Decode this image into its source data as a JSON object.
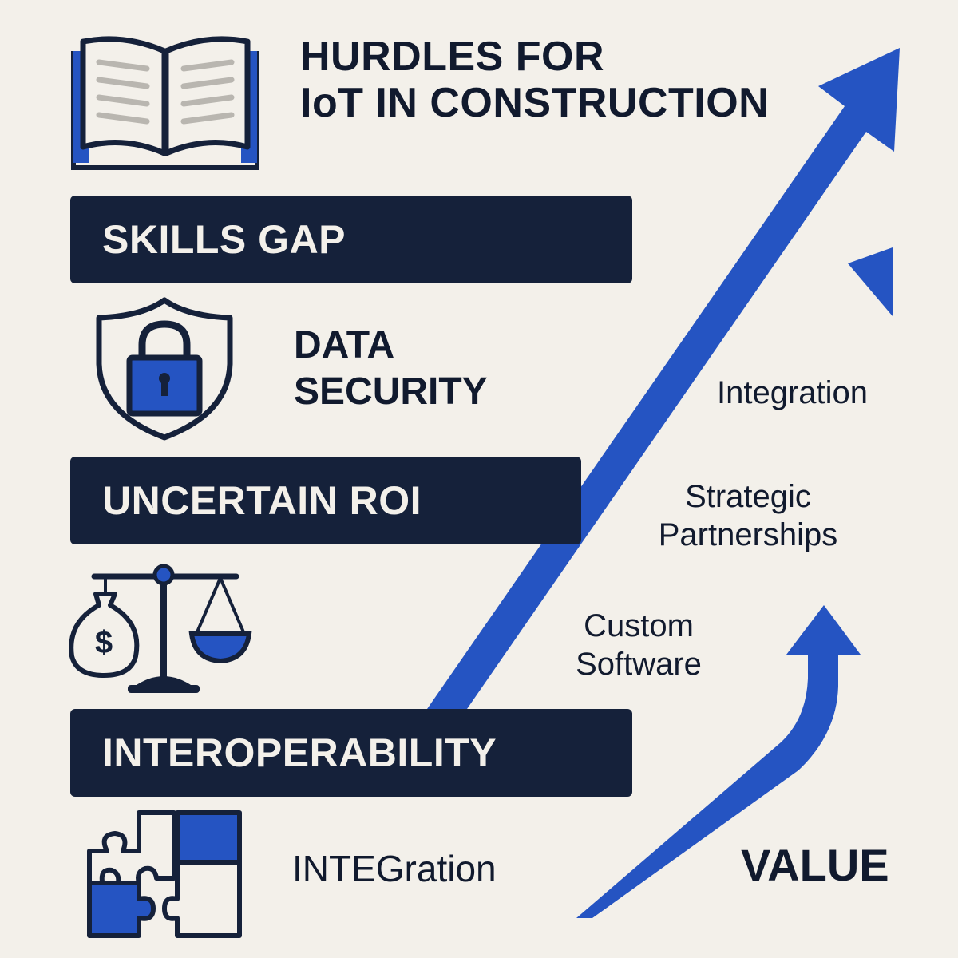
{
  "title": {
    "line1": "HURDLES FOR",
    "line2": "IoT IN CONSTRUCTION"
  },
  "hurdles": {
    "skills_gap": "SKILLS GAP",
    "data_security_line1": "DATA",
    "data_security_line2": "SECURITY",
    "uncertain_roi": "UNCERTAIN ROI",
    "interoperability": "INTEROPERABILITY",
    "integration_bottom": "INTEGration"
  },
  "solutions": {
    "integration": "Integration",
    "strategic_line1": "Strategic",
    "strategic_line2": "Partnerships",
    "custom_line1": "Custom",
    "custom_line2": "Software",
    "value": "VALUE"
  },
  "icons": [
    "book-icon",
    "shield-lock-icon",
    "scale-money-icon",
    "puzzle-icon"
  ],
  "colors": {
    "navy": "#15213a",
    "blue": "#2554c2",
    "background": "#f3f0ea"
  }
}
